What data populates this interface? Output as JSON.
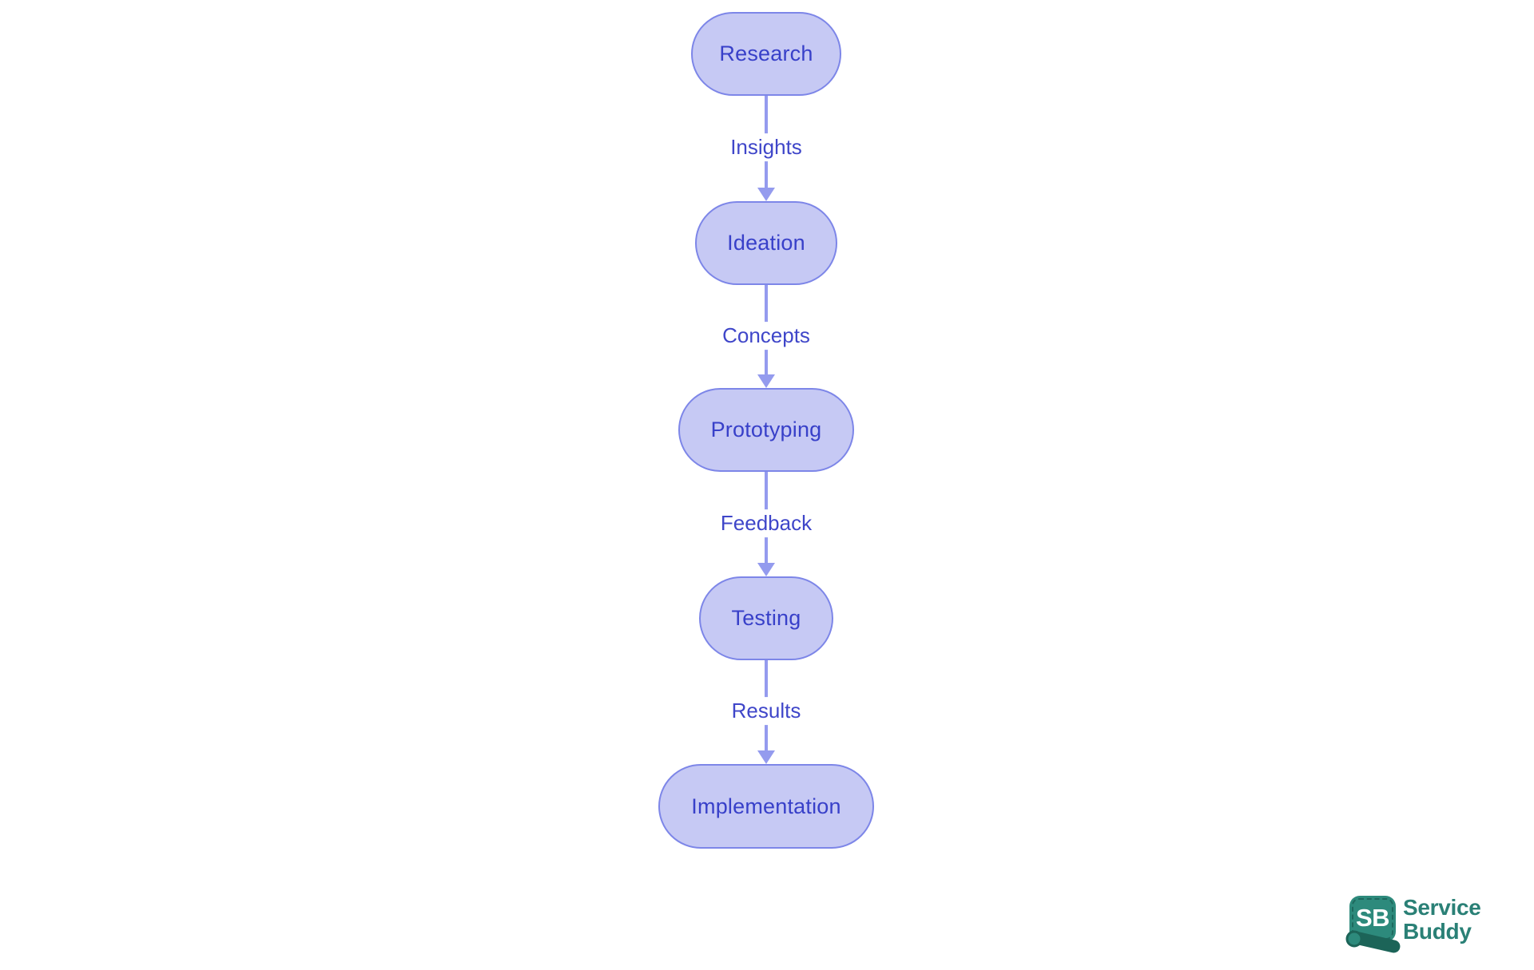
{
  "diagram": {
    "type": "flowchart",
    "direction": "top-down",
    "nodes": [
      {
        "id": "research",
        "label": "Research"
      },
      {
        "id": "ideation",
        "label": "Ideation"
      },
      {
        "id": "prototyping",
        "label": "Prototyping"
      },
      {
        "id": "testing",
        "label": "Testing"
      },
      {
        "id": "implementation",
        "label": "Implementation"
      }
    ],
    "edges": [
      {
        "from": "research",
        "to": "ideation",
        "label": "Insights"
      },
      {
        "from": "ideation",
        "to": "prototyping",
        "label": "Concepts"
      },
      {
        "from": "prototyping",
        "to": "testing",
        "label": "Feedback"
      },
      {
        "from": "testing",
        "to": "implementation",
        "label": "Results"
      }
    ]
  },
  "logo": {
    "badge_text": "SB",
    "brand_line1": "Service",
    "brand_line2": "Buddy"
  },
  "colors": {
    "background": "#ffffff",
    "node_fill": "#c6c9f4",
    "node_border": "#7d86e8",
    "node_text": "#3840c9",
    "edge": "#949bee",
    "edge_label": "#3f46c9",
    "logo_teal": "#2d8a7c",
    "logo_dark_teal": "#1c6458",
    "logo_text": "#2a8076"
  }
}
